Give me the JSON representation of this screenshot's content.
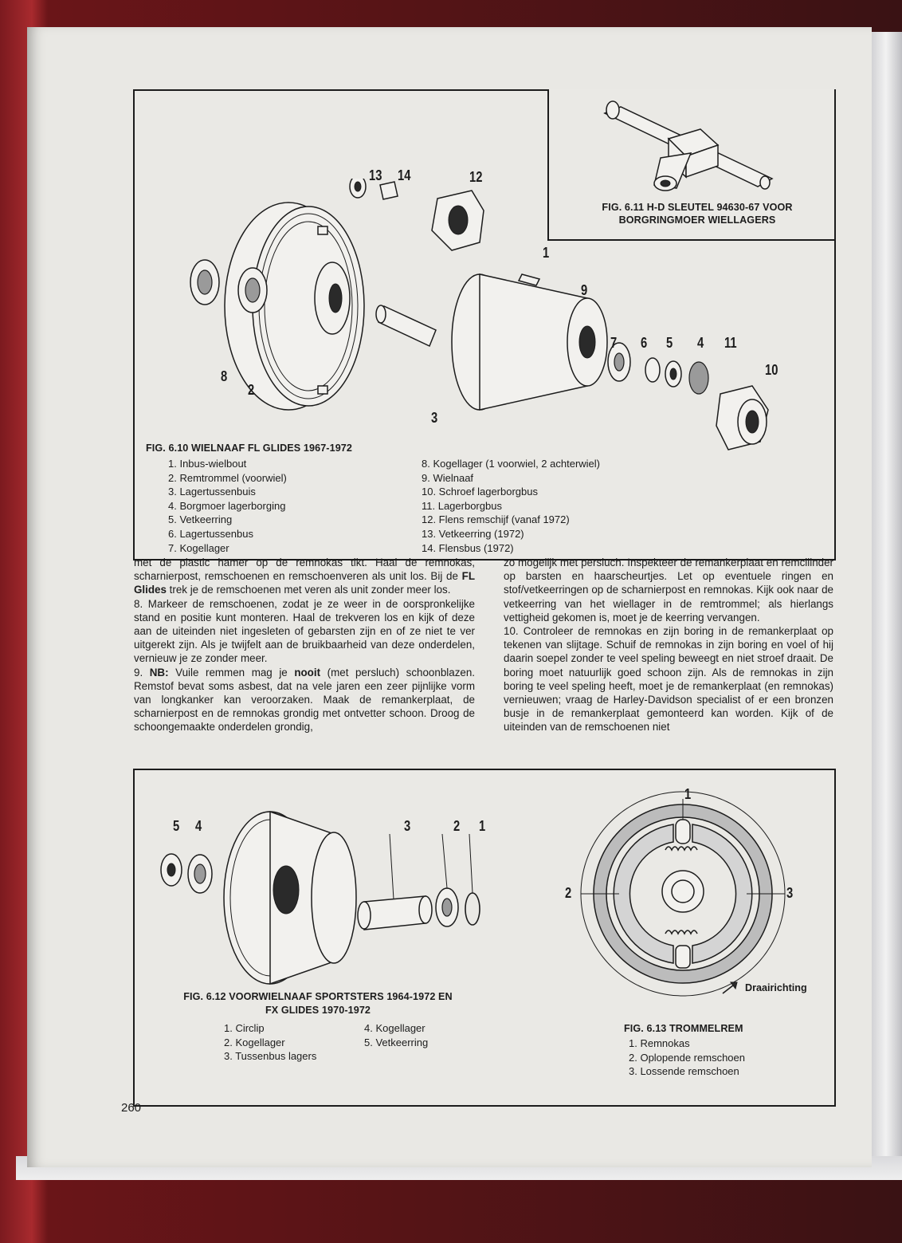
{
  "page_number": "260",
  "fig610": {
    "title": "FIG. 6.10 WIELNAAF FL GLIDES 1967-1972",
    "legend_left": [
      "1. Inbus-wielbout",
      "2. Remtrommel (voorwiel)",
      "3. Lagertussenbuis",
      "4. Borgmoer lagerborging",
      "5. Vetkeerring",
      "6. Lagertussenbus",
      "7. Kogellager"
    ],
    "legend_right": [
      "8. Kogellager (1 voorwiel, 2 achterwiel)",
      "9. Wielnaaf",
      "10. Schroef lagerborgbus",
      "11. Lagerborgbus",
      "12. Flens remschijf (vanaf 1972)",
      "13. Vetkeerring (1972)",
      "14. Flensbus (1972)"
    ],
    "callouts": [
      "13",
      "14",
      "12",
      "1",
      "9",
      "7",
      "6",
      "5",
      "4",
      "11",
      "10",
      "8",
      "2",
      "3"
    ]
  },
  "fig611": {
    "title_line1": "FIG. 6.11 H-D SLEUTEL 94630-67 VOOR",
    "title_line2": "BORGRINGMOER WIELLAGERS"
  },
  "body_left": [
    "met de plastic hamer op de remnokas tikt. Haal de remnokas, scharnierpost, remschoenen en remschoenveren als unit los. Bij de FL Glides trek je de remschoenen met veren als unit zonder meer los.",
    "8. Markeer de remschoenen, zodat je ze weer in de oorspronkelijke stand en positie kunt monteren. Haal de trekveren los en kijk of deze aan de uiteinden niet ingesleten of gebarsten zijn en of ze niet te ver uitgerekt zijn. Als je twijfelt aan de bruikbaarheid van deze onderdelen, vernieuw je ze zonder meer.",
    "9. NB: Vuile remmen mag je nooit (met persluch) schoonblazen. Remstof bevat soms asbest, dat na vele jaren een zeer pijnlijke vorm van longkanker kan veroorzaken. Maak de remankerplaat, de scharnierpost en de remnokas grondig met ontvetter schoon. Droog de schoongemaakte onderdelen grondig,"
  ],
  "body_left_html": {
    "p1_a": "met de plastic hamer op de remnokas tikt. Haal de remnokas, scharnierpost, remschoenen en remschoenveren als unit los. Bij de ",
    "p1_bold": "FL Glides",
    "p1_b": " trek je de remschoenen met veren als unit zonder meer los.",
    "p2": "8. Markeer de remschoenen, zodat je ze weer in de oorspronkelijke stand en positie kunt monteren. Haal de trekveren los en kijk of deze aan de uiteinden niet ingesleten of gebarsten zijn en of ze niet te ver uitgerekt zijn. Als je twijfelt aan de bruikbaarheid van deze onderdelen, vernieuw je ze zonder meer.",
    "p3_a": "9. ",
    "p3_nb": "NB:",
    "p3_b": " Vuile remmen mag je ",
    "p3_nooit": "nooit",
    "p3_c": " (met persluch) schoonblazen. Remstof bevat soms asbest, dat na vele jaren een zeer pijnlijke vorm van longkanker kan veroorzaken. Maak de remankerplaat, de scharnierpost en de remnokas grondig met ontvetter schoon. Droog de schoongemaakte onderdelen grondig,"
  },
  "body_right": [
    "zo mogelijk met persluch. Inspekteer de remankerplaat en remcilinder op barsten en haarscheurtjes. Let op eventuele ringen en stof/vetkeerringen op de scharnierpost en remnokas. Kijk ook naar de vetkeerring van het wiellager in de remtrommel; als hierlangs vettigheid gekomen is, moet je de keerring vervangen.",
    "10. Controleer de remnokas en zijn boring in de remankerplaat op tekenen van slijtage. Schuif de remnokas in zijn boring en voel of hij daarin soepel zonder te veel speling beweegt en niet stroef draait. De boring moet natuurlijk goed schoon zijn. Als de remnokas in zijn boring te veel speling heeft, moet je de remankerplaat (en remnokas) vernieuwen; vraag de Harley-Davidson specialist of er een bronzen busje in de remankerplaat gemonteerd kan worden. Kijk of de uiteinden van de remschoenen niet"
  ],
  "fig612": {
    "title_line1": "FIG. 6.12 VOORWIELNAAF SPORTSTERS 1964-1972 EN",
    "title_line2": "FX GLIDES 1970-1972",
    "legend_left": [
      "1. Circlip",
      "2. Kogellager",
      "3. Tussenbus lagers"
    ],
    "legend_right": [
      "4. Kogellager",
      "5. Vetkeerring"
    ],
    "callouts": [
      "5",
      "4",
      "3",
      "2",
      "1"
    ]
  },
  "fig613": {
    "title": "FIG. 6.13 TROMMELREM",
    "legend": [
      "1. Remnokas",
      "2. Oplopende remschoen",
      "3. Lossende remschoen"
    ],
    "rotation_label": "Draairichting",
    "callouts": [
      "1",
      "2",
      "3"
    ]
  }
}
